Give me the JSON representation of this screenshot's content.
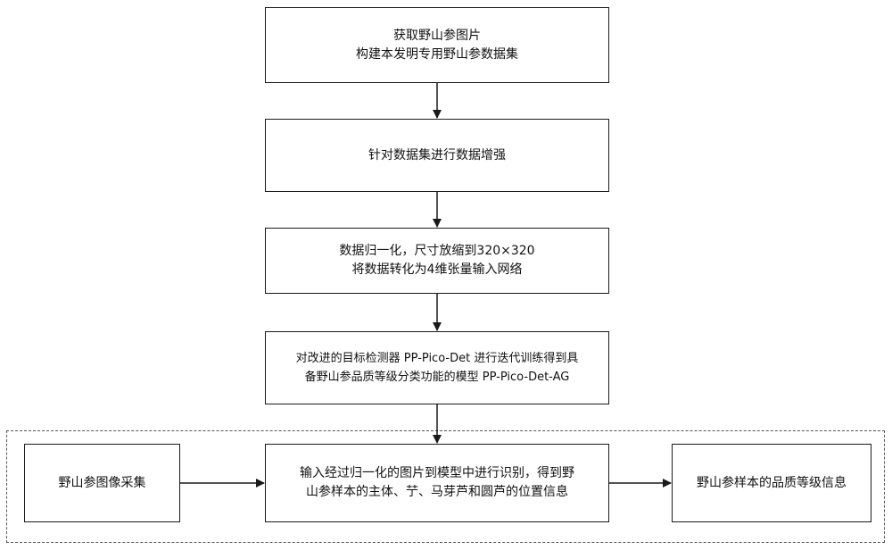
{
  "flowchart": {
    "step1": "获取野山参图片\n构建本发明专用野山参数据集",
    "step2": "针对数据集进行数据增强",
    "step3": "数据归一化，尺寸放缩到320×320\n将数据转化为4维张量输入网络",
    "step4": "对改进的目标检测器 PP-Pico-Det 进行迭代训练得到具\n备野山参品质等级分类功能的模型 PP-Pico-Det-AG",
    "step5": "输入经过归一化的图片到模型中进行识别，得到野\n山参样本的主体、艼、马芽芦和圆芦的位置信息",
    "input_node": "野山参图像采集",
    "output_node": "野山参样本的品质等级信息"
  },
  "colors": {
    "border": "#1a1a1a",
    "dashed_border": "#555555",
    "background": "#ffffff"
  }
}
